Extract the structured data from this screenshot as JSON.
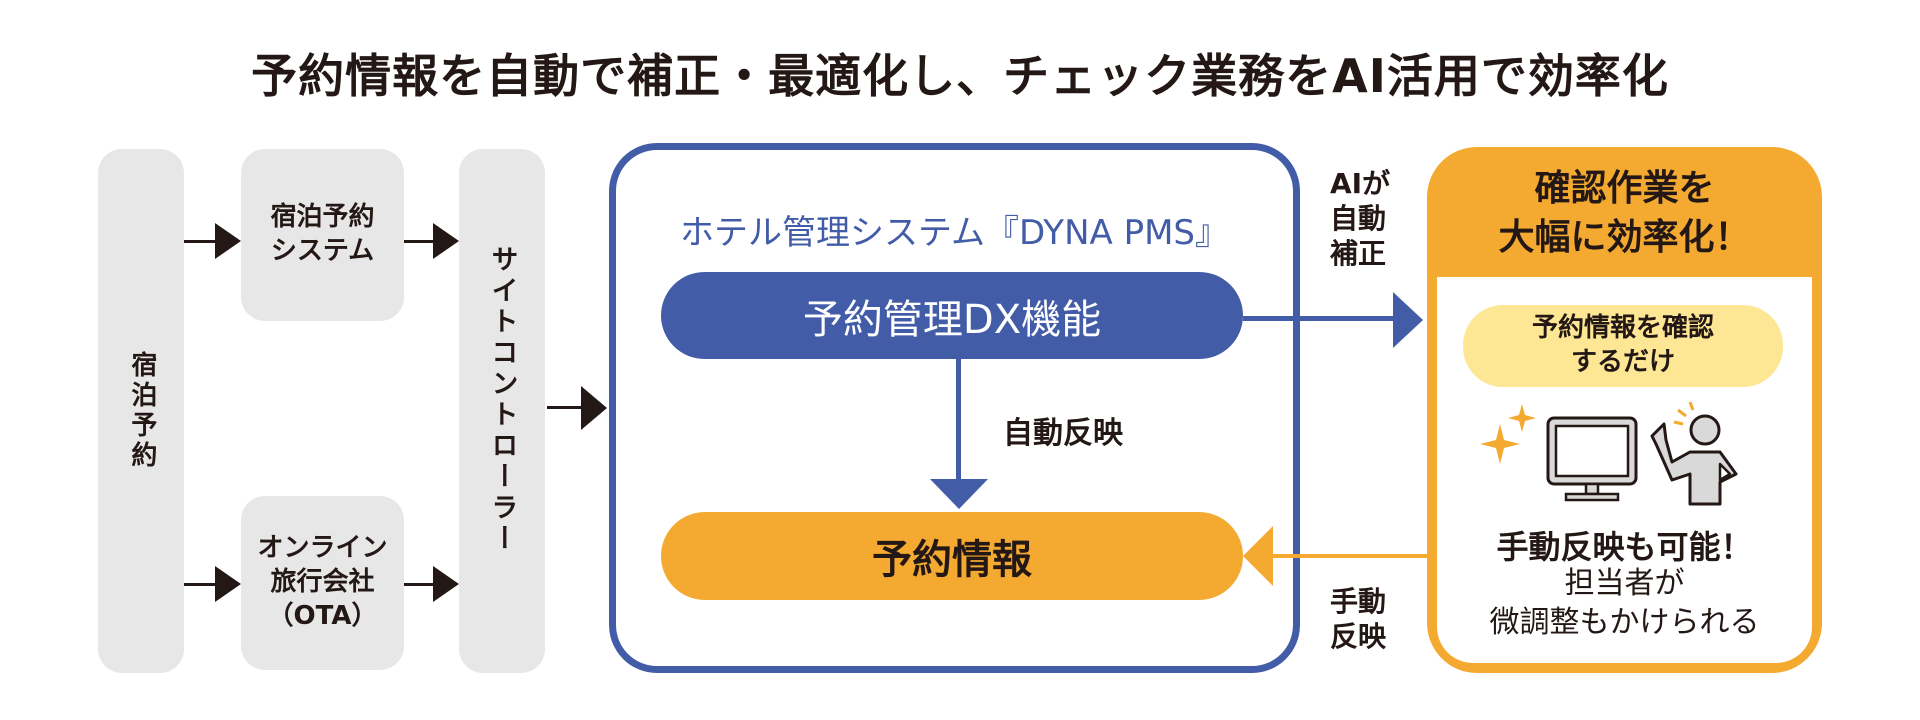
{
  "title": "予約情報を自動で補正・最適化し、チェック業務をAI活用で効率化",
  "left": {
    "source_label": "宿泊予約",
    "system_box": [
      "宿泊予約",
      "システム"
    ],
    "ota_box": [
      "オンライン",
      "旅行会社",
      "（OTA）"
    ],
    "site_controller_label": "サイトコントローラー"
  },
  "pms": {
    "title": "ホテル管理システム『DYNA PMS』",
    "dx_feature": "予約管理DX機能",
    "auto_reflect": "自動反映",
    "reservation_info": "予約情報"
  },
  "flows": {
    "ai_correct": [
      "AIが",
      "自動",
      "補正"
    ],
    "manual_reflect": [
      "手動",
      "反映"
    ]
  },
  "result": {
    "heading": [
      "確認作業を",
      "大幅に効率化！"
    ],
    "check_pill": [
      "予約情報を確認",
      "するだけ"
    ],
    "manual_possible": "手動反映も可能！",
    "note": [
      "担当者が",
      "微調整もかけられる"
    ]
  },
  "colors": {
    "blue": "#425ca8",
    "orange": "#f4a931",
    "light_yellow": "#fde694",
    "gray": "#e7e7e7",
    "text": "#231815"
  }
}
